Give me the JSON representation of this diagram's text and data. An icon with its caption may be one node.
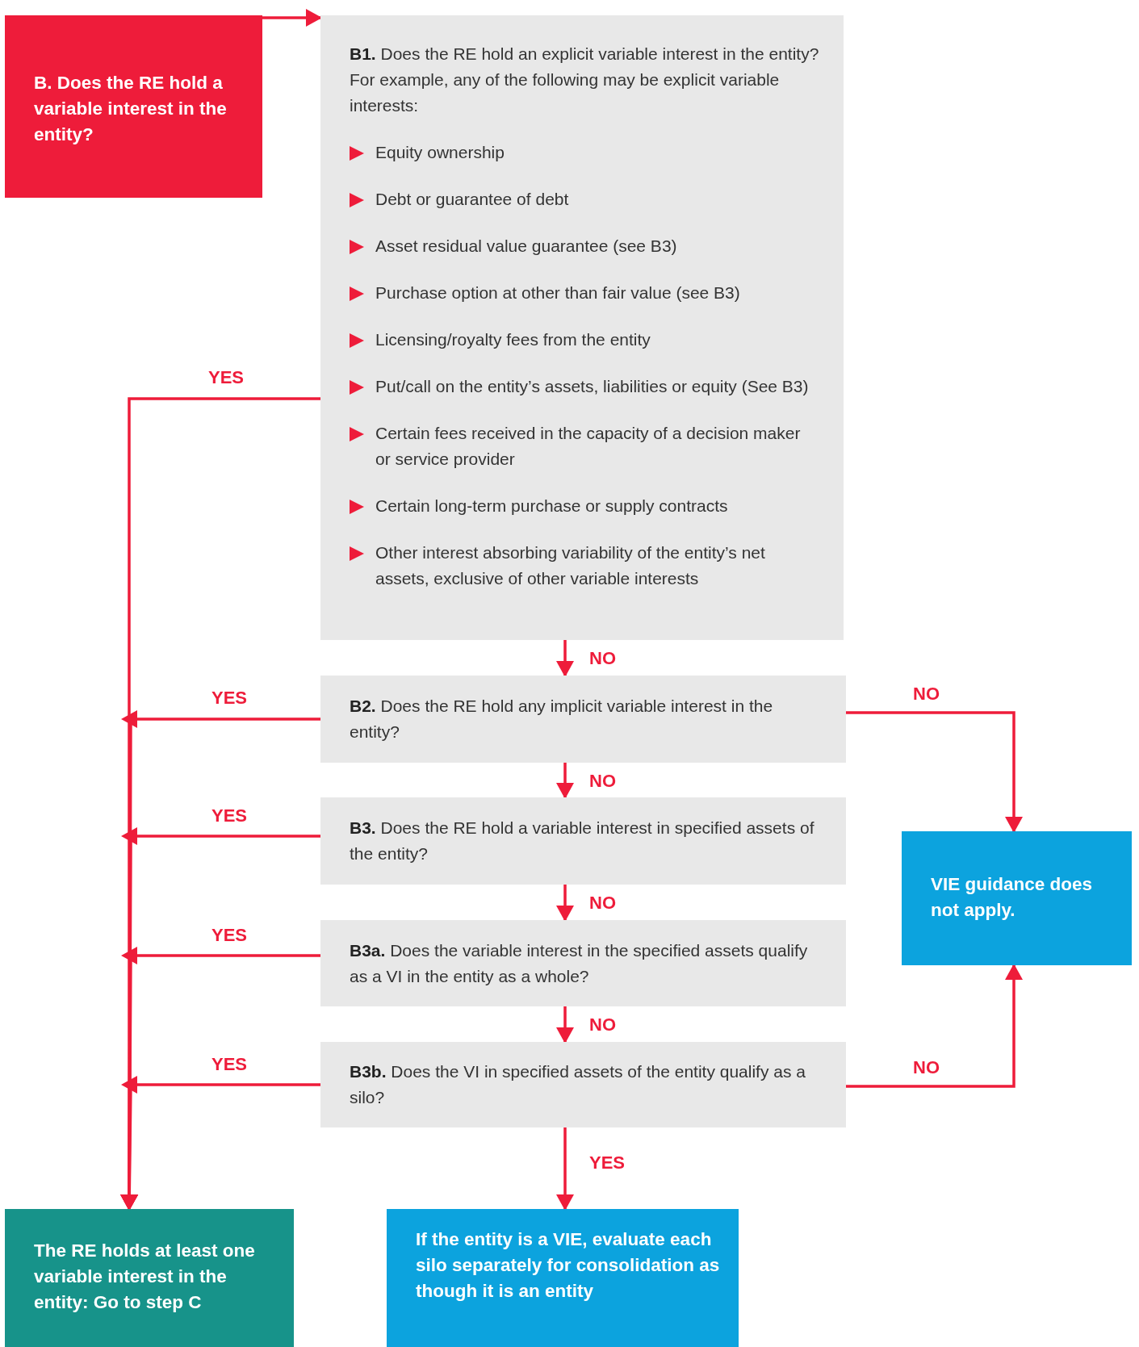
{
  "diagram": {
    "nodes": [
      {
        "text": [
          "B. Does the RE hold a variable interest in the entity?"
        ]
      },
      {
        "text": [
          "**B1.** Does the RE hold an explicit variable interest in the entity? For example, any of the following may be explicit variable interests:",
          "Equity ownership",
          "Debt or guarantee of debt",
          "Asset residual value guarantee (see B3)",
          "Purchase option at other than fair value (see B3)",
          "Licensing/royalty fees from the entity",
          "Put/call on the entity’s assets, liabilities or equity (See B3)",
          "Certain fees received in the capacity of a decision maker or service provider",
          "Certain long-term purchase or supply contracts",
          "Other interest absorbing variability of the entity’s net assets, exclusive of other variable interests"
        ]
      },
      {
        "text": [
          "**B2.** Does the RE hold any implicit variable interest in the entity?"
        ]
      },
      {
        "text": [
          "**B3.** Does the RE hold a variable interest in specified assets of the entity?"
        ]
      },
      {
        "text": [
          "**B3a.** Does the variable interest in the specified assets qualify as a VI in the entity as a whole?"
        ]
      },
      {
        "text": [
          "**B3b.** Does the VI in specified assets of the entity qualify as a silo?"
        ]
      },
      {
        "text": [
          "VIE guidance does not apply."
        ]
      },
      {
        "text": [
          "The RE holds at least one variable interest in the entity: Go to step C"
        ]
      },
      {
        "text": [
          "If the entity is a VIE, evaluate each silo separately for consolidation as though it is an entity"
        ]
      }
    ],
    "edges": [
      {
        "from": 0,
        "to": 1,
        "arrow": "to"
      },
      {
        "from": 1,
        "to": 7,
        "arrow": "to",
        "label": "YES"
      },
      {
        "from": 1,
        "to": 2,
        "arrow": "to",
        "label": "NO"
      },
      {
        "from": 2,
        "to": 7,
        "arrow": "to",
        "label": "YES"
      },
      {
        "from": 2,
        "to": 6,
        "arrow": "to",
        "label": "NO"
      },
      {
        "from": 2,
        "to": 3,
        "arrow": "to",
        "label": "NO"
      },
      {
        "from": 3,
        "to": 7,
        "arrow": "to",
        "label": "YES"
      },
      {
        "from": 3,
        "to": 4,
        "arrow": "to",
        "label": "NO"
      },
      {
        "from": 4,
        "to": 7,
        "arrow": "to",
        "label": "YES"
      },
      {
        "from": 4,
        "to": 5,
        "arrow": "to",
        "label": "NO"
      },
      {
        "from": 5,
        "to": 7,
        "arrow": "to",
        "label": "YES"
      },
      {
        "from": 5,
        "to": 6,
        "arrow": "to",
        "label": "NO"
      },
      {
        "from": 5,
        "to": 8,
        "arrow": "to",
        "label": "YES"
      }
    ]
  }
}
